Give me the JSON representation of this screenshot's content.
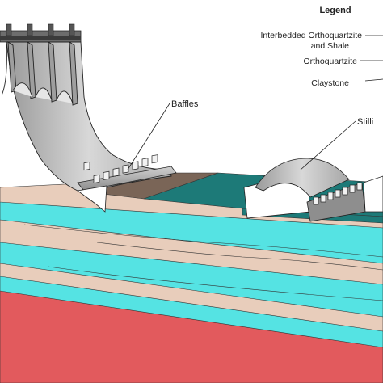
{
  "legend": {
    "title": "Legend",
    "items": [
      {
        "line1": "Interbedded Orthoquartzite",
        "line2": "and Shale"
      },
      {
        "line1": "Orthoquartzite"
      },
      {
        "line1": "Claystone"
      }
    ]
  },
  "callouts": {
    "baffles": "Baffles",
    "stilling_basin": "Stilli"
  },
  "colors": {
    "turquoise": "#55e3e3",
    "tan": "#e8cdbb",
    "dark_teal": "#1d7a78",
    "brown": "#7a6557",
    "red": "#e25a5d",
    "grey": "#c8c8c8"
  }
}
